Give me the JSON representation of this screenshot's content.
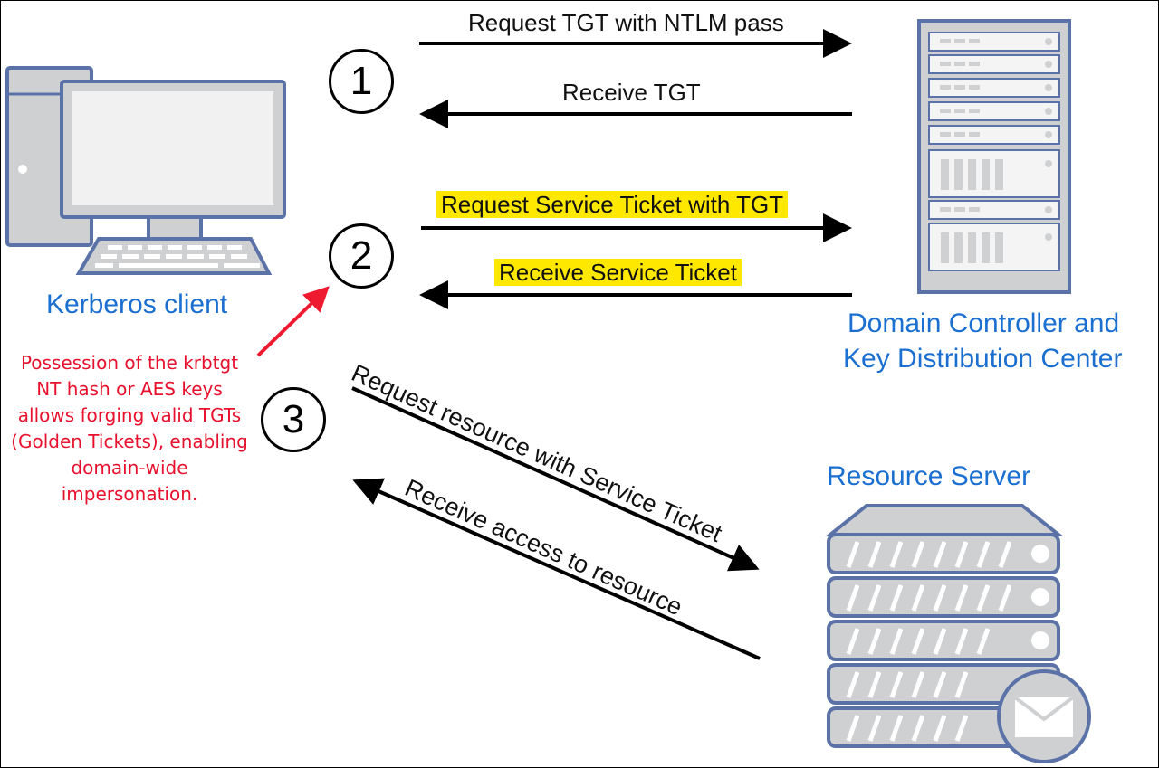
{
  "steps": [
    "1",
    "2",
    "3"
  ],
  "arrows": {
    "request_tgt": "Request TGT with NTLM pass",
    "receive_tgt": "Receive TGT",
    "request_service_ticket": "Request Service Ticket with TGT",
    "receive_service_ticket": "Receive Service Ticket",
    "request_resource": "Request resource with Service Ticket",
    "receive_access": "Receive access to resource"
  },
  "nodes": {
    "client": "Kerberos client",
    "dc_line1": "Domain Controller and",
    "dc_line2": "Key Distribution Center",
    "resource_server": "Resource Server"
  },
  "annotation": "Possession of the krbtgt NT hash or AES keys allows forging valid TGTs (Golden Tickets), enabling domain-wide impersonation.",
  "colors": {
    "icon_fill": "#cfd0d2",
    "icon_stroke": "#5b72a8",
    "label_blue": "#1b6fd1",
    "highlight": "#ffe800",
    "annotation_red": "#e8112d"
  },
  "icons": [
    "desktop-computer-icon",
    "server-rack-icon",
    "server-stack-icon",
    "email-envelope-icon"
  ]
}
